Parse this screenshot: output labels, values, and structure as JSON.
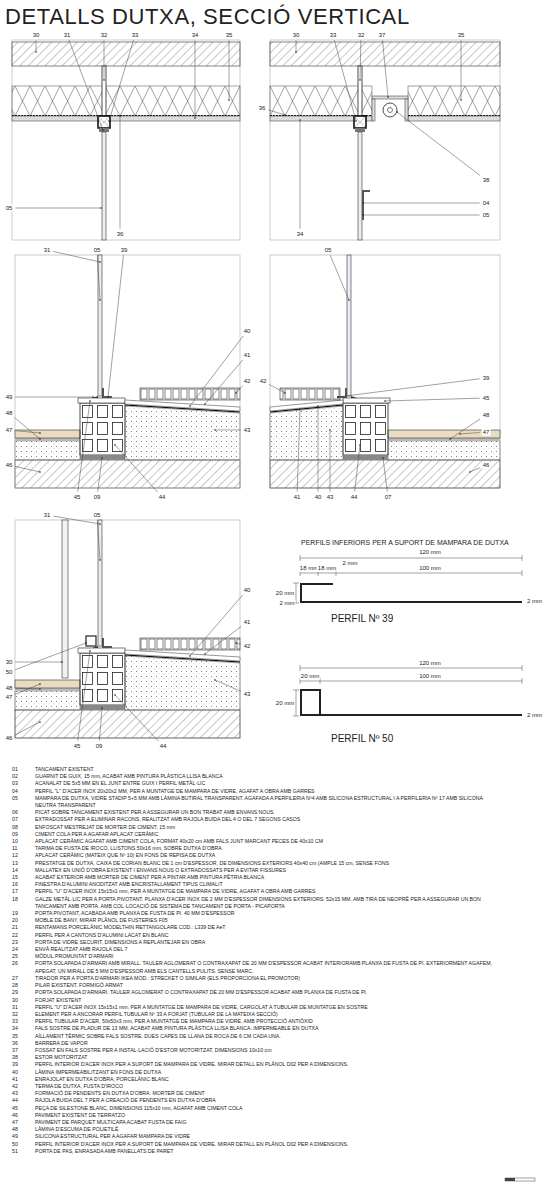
{
  "diagram": {
    "title": "DETALLS DUTXA, SECCIÓ VERTICAL",
    "labels": [
      "30",
      "31",
      "32",
      "33",
      "34",
      "35",
      "05",
      "36",
      "30",
      "33",
      "32",
      "37",
      "35",
      "36",
      "38",
      "04",
      "05",
      "34",
      "31",
      "05",
      "39",
      "40",
      "41",
      "42",
      "43",
      "49",
      "48",
      "47",
      "46",
      "45",
      "09",
      "44",
      "05",
      "42",
      "39",
      "45",
      "48",
      "47",
      "46",
      "41",
      "40",
      "43",
      "44",
      "07",
      "31",
      "05",
      "40",
      "41",
      "42",
      "43",
      "30",
      "50",
      "48",
      "47",
      "46",
      "45",
      "09",
      "44",
      "PERFILS INFERIORS PER A SUPORT DE MAMPARA DE DUTXA",
      "120 mm",
      "2 mm",
      "18 mm",
      "18 mm",
      "100 mm",
      "20 mm",
      "2 mm",
      "2 mm",
      "PERFIL Nº 39",
      "120 mm",
      "20 mm",
      "100 mm",
      "20 mm",
      "2 mm",
      "PERFIL Nº 50",
      "01",
      "TANCAMENT EXISTENT",
      "02",
      "GUARNIT DE GUIX, 15 mm, ACABAT AMB PINTURA PLÀSTICA LLISA BLANCA",
      "03",
      "ACANALAT DE 5x5 MM EN EL JUNT ENTRE GUIX I PERFIL METÀL·LIC",
      "04",
      "PERFIL \"L\" D'ACER INOX 20x20x2 MM, PER A MUNTATGE DE MAMPARA DE VIDRE, AGAFAT A OBRA AMB GARRES",
      "05",
      "MAMPARA DE DUTXA, VIDRE STADIP 5+5 MM AMB LÀMINA BUTIRAL TRANSPARENT. AGAFADA A PERFILERIA Nº4 AMB SILICONA ESTRUCTURAL I A PERFILERIA Nº 17 AMB SILICONA NEUTRA TRANSPARENT",
      "06",
      "PICAT SOBRE TANCAMENT EXISTENT PER A ASSEGURAR UN BON TRABAT AMB ENVANS NOUS",
      "07",
      "EXTRADOSSAT PER A ELIMINAR RACONS, REALITZAT AMB RAJOLA BUIDA DEL 4 O DEL 7 SEGONS CASOS",
      "08",
      "ENFOSCAT MESTREJAT DE MORTER DE CIMENT, 15 mm",
      "09",
      "CIMENT COLA PER A AGAFAR APLACAT CERÀMIC",
      "10",
      "APLACAT CERÀMIC AGAFAT AMB CIMENT COLA, FORMAT 40x20 cm AMB FALS JUNT MARCANT PECES DE 40x10 CM",
      "11",
      "TARIMA DE FUSTA DE IROCO, LLISTONS 50x16 mm, SOBRE DUTXA D'OBRA",
      "12",
      "APLACAT CERÀMIC (MATEIX QUE Nº 10) EN FONS DE REPISA DE DUTXA",
      "13",
      "PRESTATGE DE DUTXA, CAIXA DE CORIAN BLANC DE 1 cm D'ESPESSOR, DE DIMENSIONS EXTERIORS 40x40 cm (AMPLE 15 cm, SENSE FONS",
      "14",
      "MALLATEX EN UNIÓ D'OBRA EXISTENT I ENVANS NOUS O EXTRADOSSATS PER A EVITAR FISSURES",
      "15",
      "ACABAT EXTERIOR AMB MORTER DE CIMENT PER A PINTAR AMB PINTURA PÈTRIA BLANCA",
      "16",
      "FINESTRA D'ALUMINI ANODITZAT AMB ENCRISTALLAMENT TIPUS CLIMALIT",
      "17",
      "PERFIL \"U\" D'ACER INOX 15x15x1 mm, PER A MUNTATGE DE MAMPARA DE VIDRE, AGAFAT A OBRA AMB GARRES",
      "18",
      "GALZE METÀL·LIC PER A PORTA PIVOTANT. PLANXA D'ACER INOX DE 2 MM D'ESPESSOR DIMENSIONS EXTERIORS: 52x15 MM. AMB TIRA DE NEOPRÈ PER A ASSEGURAR UN BON TANCAMENT AMB PORTA. AMB COL·LOCACIÓ DE SISTEMA DE TANCAMENT DE PORTA - PICAPORTA",
      "19",
      "PORTA PIVOTANT, ACABADA AMB PLANXA DE FUSTA DE PI. 40 MM D'ESPESSOR",
      "20",
      "MOBLE DE BANY, MIRAR PLÀNOL DE FUSTERIES F05",
      "21",
      "RENTAMANS PORCELÀNIC MODELTHIN RETTANGOLARE COD.: L339 DE AeT",
      "22",
      "PERFIL PER A CANTONS D'ALUMINI LACAT EN BLANC",
      "23",
      "PORTA DE VIDRE SECURIT, DIMENSIONS A REPLANTEJAR EN OBRA",
      "24",
      "ENVÀ REALITZAT AMB RAJOLA DEL 7",
      "25",
      "MÒDUL PROMUNTAT D'ARMARI",
      "26",
      "PORTA SOLAPADA D'ARMARI AMB MIRALL. TAULER AGLOMERAT O CONTRAXAPAT DE 20 MM D'ESPESSOR ACABAT INTERIORAMB PLANXA DE FUSTA DE PI. EXTERIORMENT AGAFEM, APEGAT, UN MIRALL DE 5 MM D'ESPESSOR AMB ELS CANTELLS PULITS. SENSE MARC.",
      "27",
      "TIRADOR PER A PORTA D'ARMARI IKEA MOD.: STRECKET O SIMILAR (ELS PROPORCIONA EL PROMOTOR)",
      "28",
      "PILAR EXISTENT. FORMIGÓ ARMAT",
      "29",
      "PORTA SOLAPADA D'ARMARI. TAULER AGLOMERAT O CONTRAXAPAT DE 20 MM D'ESPESSOR ACABAT AMB PLANXA DE FUSTA DE PI.",
      "30",
      "FORJAT EXISTENT",
      "31",
      "PERFIL \"U\" D'ACER INOX 15x15x1 mm, PER A MUNTATGE DE MAMPARA DE VIDRE, CARGOLAT A TUBULAR DE MUNTATGE EN SOSTRE",
      "32",
      "ELEMENT PER A ANCORAR PERFIL TUBULAR Nº 33 A FORJAT (TUBULAR DE LA MATEIXA SECCIÓ)",
      "33",
      "PERFIL TUBULAR D'ACER, 50x50x3 mm, PER A MUNTATGE DE MAMPARA DE VIDRE, AMB PROTECCIÓ ANTIÒXID",
      "34",
      "FALS SOSTRE DE PLADUR DE 13 MM, ACABAT AMB PINTURA PLÀSTICA LLISA BLANCA. IMPERMEABLE EN DUTXA",
      "35",
      "AÏLLAMENT TÈRMIC SOBRE FALS SOSTRE. DUES CAPES DE LLANA DE ROCA DE 6 CM CADA UNA.",
      "36",
      "BARRERA DE VAPOR",
      "37",
      "FOSSAT EN FALS SOSTRE PER A INSTAL·LACIÓ D'ESTOR MOTORITZAT, DIMENSIONS 10x10 cm",
      "38",
      "ESTOR MOTORITZAT",
      "39",
      "PERFIL INTERIOR D'ACER INOX PER A SUPORT DE MAMPARA DE VIDRE. MIRAR DETALL EN PLÀNOL D02 PER A DIMENSIONS.",
      "40",
      "LÀMINA IMPERMEABILITZANT EN FONS DE DUTXA",
      "41",
      "ENRAJOLAT EN DUTXA D'OBRA, PORCELÀNIC BLANC",
      "42",
      "TERMA DE DUTXA, FUSTA D'IROCO",
      "43",
      "FORMACIÓ DE PENDENTS EN DUTXA D'OBRA. MORTER DE CIMENT",
      "44",
      "RAJOLA BUIDA DEL 7 PER A CREACIÓ DE PENDENTS EN DUTXA D'OBRA",
      "45",
      "PEÇA DE SILESTONE BLANC, DIMENSIONS 115x10 mm, AGAFAT AMB CIMENT COLA",
      "46",
      "PAVIMENT EXISTENT DE TERRATZO",
      "47",
      "PAVIMENT DE PARQUET MULTICAPA ACABAT FUSTA DE FAIG",
      "48",
      "LÀMINA D'ESCUMA DE POLIETILÈ",
      "49",
      "SILICONA ESTRUCTURAL PER A AGAFAR MAMPARA DE VIDRE",
      "50",
      "PERFIL INTERIOR D'ACER INOX PER A SUPORT DE MAMPARA DE VIDRE. MIRAR DETALL EN PLÀNOL D02 PER A DIMENSIONS.",
      "51",
      "PORTA DE PAS, ENRASADA AMB PANELLATS DE PARET"
    ]
  }
}
